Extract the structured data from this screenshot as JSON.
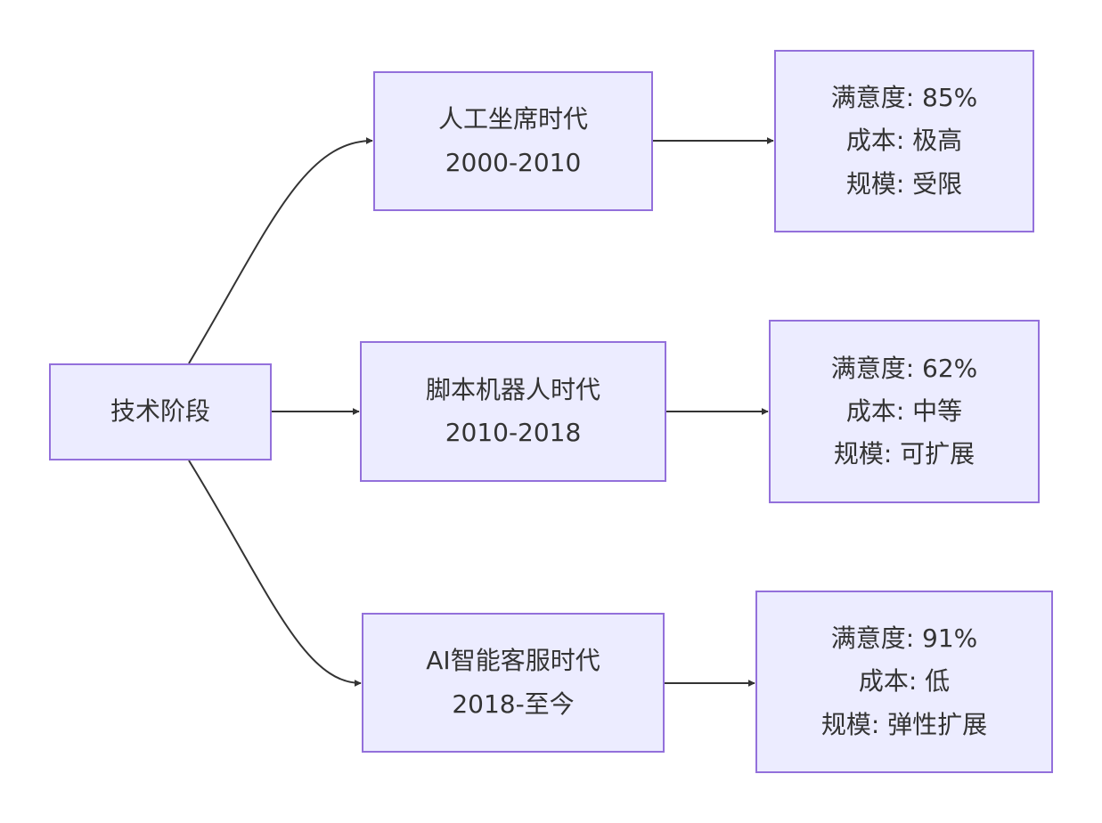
{
  "colors": {
    "node_fill": "#ececff",
    "node_border": "#9370db",
    "edge": "#333333",
    "text": "#333333",
    "background": "#ffffff"
  },
  "nodes": {
    "root": {
      "lines": [
        "技术阶段"
      ]
    },
    "era_human": {
      "lines": [
        "人工坐席时代",
        "2000-2010"
      ]
    },
    "era_script": {
      "lines": [
        "脚本机器人时代",
        "2010-2018"
      ]
    },
    "era_ai": {
      "lines": [
        "AI智能客服时代",
        "2018-至今"
      ]
    },
    "metrics_human": {
      "lines": [
        "满意度: 85%",
        "成本: 极高",
        "规模: 受限"
      ]
    },
    "metrics_script": {
      "lines": [
        "满意度: 62%",
        "成本: 中等",
        "规模: 可扩展"
      ]
    },
    "metrics_ai": {
      "lines": [
        "满意度: 91%",
        "成本: 低",
        "规模: 弹性扩展"
      ]
    }
  },
  "edges": [
    {
      "from": "root",
      "to": "era_human"
    },
    {
      "from": "root",
      "to": "era_script"
    },
    {
      "from": "root",
      "to": "era_ai"
    },
    {
      "from": "era_human",
      "to": "metrics_human"
    },
    {
      "from": "era_script",
      "to": "metrics_script"
    },
    {
      "from": "era_ai",
      "to": "metrics_ai"
    }
  ]
}
